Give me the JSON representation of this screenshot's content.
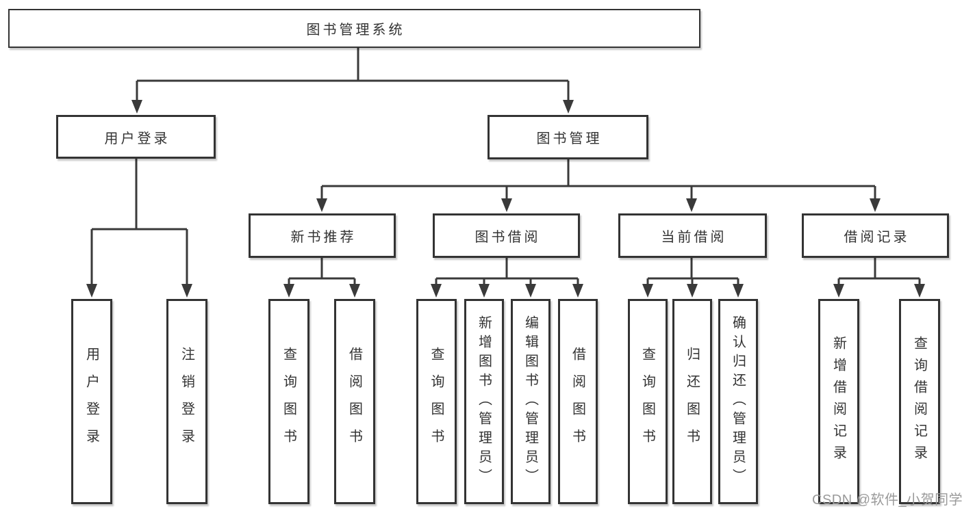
{
  "tree": {
    "label": "图书管理系统",
    "children": [
      {
        "label": "用户登录",
        "children": [
          {
            "label": "用户登录"
          },
          {
            "label": "注销登录"
          }
        ]
      },
      {
        "label": "图书管理",
        "children": [
          {
            "label": "新书推荐",
            "children": [
              {
                "label": "查询图书"
              },
              {
                "label": "借阅图书"
              }
            ]
          },
          {
            "label": "图书借阅",
            "children": [
              {
                "label": "查询图书"
              },
              {
                "label": "新增图书（管理员）"
              },
              {
                "label": "编辑图书（管理员）"
              },
              {
                "label": "借阅图书"
              }
            ]
          },
          {
            "label": "当前借阅",
            "children": [
              {
                "label": "查询图书"
              },
              {
                "label": "归还图书"
              },
              {
                "label": "确认归还（管理员）"
              }
            ]
          },
          {
            "label": "借阅记录",
            "children": [
              {
                "label": "新增借阅记录"
              },
              {
                "label": "查询借阅记录"
              }
            ]
          }
        ]
      }
    ]
  },
  "watermark": {
    "text": "CSDN @软件_小贺同学"
  },
  "colors": {
    "line": "#3a3a3a",
    "box_border": "#333333",
    "text": "#333333",
    "watermark": "#9a9a9a",
    "background": "#ffffff"
  }
}
